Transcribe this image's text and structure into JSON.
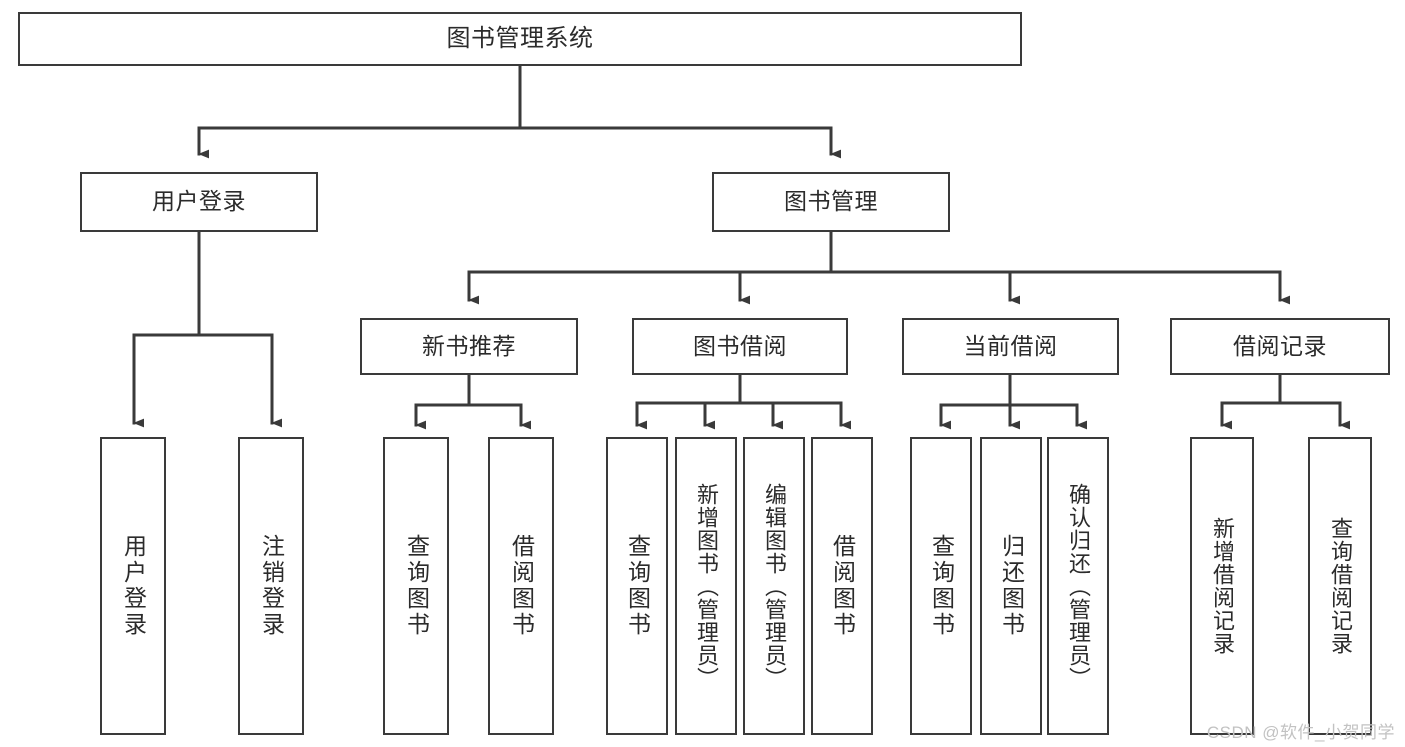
{
  "diagram": {
    "type": "tree-hierarchy",
    "title": "图书管理系统",
    "watermark": "CSDN @软件_小贺同学",
    "colors": {
      "box_border": "#3a3a3a",
      "box_fill": "#ffffff",
      "connector": "#3a3a3a",
      "text": "#2b2b2b",
      "watermark": "#c2c2c2",
      "background": "#ffffff"
    },
    "nodes": {
      "root": {
        "label": "图书管理系统"
      },
      "level2": [
        {
          "id": "user-login",
          "label": "用户登录"
        },
        {
          "id": "book-manage",
          "label": "图书管理"
        }
      ],
      "level3": [
        {
          "id": "new-book-recommend",
          "label": "新书推荐"
        },
        {
          "id": "book-borrow",
          "label": "图书借阅"
        },
        {
          "id": "current-borrow",
          "label": "当前借阅"
        },
        {
          "id": "borrow-record",
          "label": "借阅记录"
        }
      ],
      "leaves": {
        "user-login": [
          {
            "id": "leaf-user-login",
            "label": "用户登录"
          },
          {
            "id": "leaf-logout-login",
            "label": "注销登录"
          }
        ],
        "new-book-recommend": [
          {
            "id": "leaf-query-book-1",
            "label": "查询图书"
          },
          {
            "id": "leaf-borrow-book-1",
            "label": "借阅图书"
          }
        ],
        "book-borrow": [
          {
            "id": "leaf-query-book-2",
            "label": "查询图书"
          },
          {
            "id": "leaf-add-book",
            "label": "新增图书（管理员）"
          },
          {
            "id": "leaf-edit-book",
            "label": "编辑图书（管理员）"
          },
          {
            "id": "leaf-borrow-book-2",
            "label": "借阅图书"
          }
        ],
        "current-borrow": [
          {
            "id": "leaf-query-book-3",
            "label": "查询图书"
          },
          {
            "id": "leaf-return-book",
            "label": "归还图书"
          },
          {
            "id": "leaf-confirm-return",
            "label": "确认归还（管理员）"
          }
        ],
        "borrow-record": [
          {
            "id": "leaf-add-record",
            "label": "新增借阅记录"
          },
          {
            "id": "leaf-query-record",
            "label": "查询借阅记录"
          }
        ]
      }
    }
  }
}
